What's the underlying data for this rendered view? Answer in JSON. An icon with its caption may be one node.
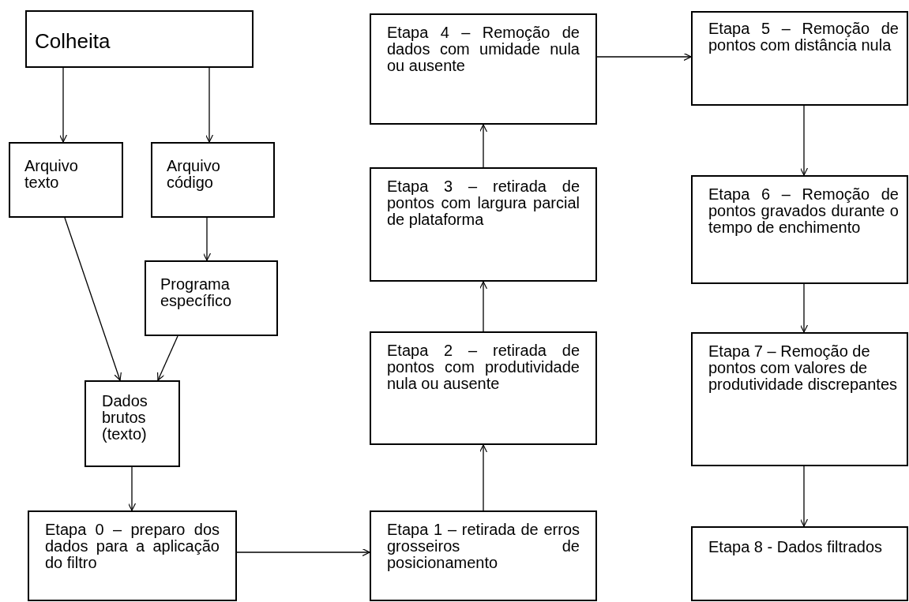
{
  "diagram": {
    "nodes": [
      {
        "text": [
          "Colheita"
        ]
      },
      {
        "text": [
          "Arquivo texto"
        ]
      },
      {
        "text": [
          "Arquivo código"
        ]
      },
      {
        "text": [
          "Programa específico"
        ]
      },
      {
        "text": [
          "Dados brutos (texto)"
        ]
      },
      {
        "text": [
          "Etapa 0 – preparo dos dados para a aplicação do filtro"
        ]
      },
      {
        "text": [
          "Etapa 1 – retirada de erros grosseiros de posicionamento"
        ]
      },
      {
        "text": [
          "Etapa 2 – retirada de pontos com produtividade nula ou ausente"
        ]
      },
      {
        "text": [
          "Etapa 3 – retirada de pontos com largura parcial de plataforma"
        ]
      },
      {
        "text": [
          "Etapa 4 – Remoção de dados com umidade nula ou ausente"
        ]
      },
      {
        "text": [
          "Etapa 5 – Remoção de pontos com distância nula"
        ]
      },
      {
        "text": [
          "Etapa 6 – Remoção de pontos gravados durante o tempo de enchimento"
        ]
      },
      {
        "text": [
          "Etapa 7 – Remoção de pontos com valores de produtividade discrepantes"
        ]
      },
      {
        "text": [
          "Etapa 8 - Dados filtrados"
        ]
      }
    ],
    "edges": [
      {
        "from": 0,
        "to": 1,
        "arrow": "to"
      },
      {
        "from": 0,
        "to": 2,
        "arrow": "to"
      },
      {
        "from": 2,
        "to": 3,
        "arrow": "to"
      },
      {
        "from": 1,
        "to": 4,
        "arrow": "to"
      },
      {
        "from": 3,
        "to": 4,
        "arrow": "to"
      },
      {
        "from": 4,
        "to": 5,
        "arrow": "to"
      },
      {
        "from": 5,
        "to": 6,
        "arrow": "to"
      },
      {
        "from": 6,
        "to": 7,
        "arrow": "to"
      },
      {
        "from": 7,
        "to": 8,
        "arrow": "to"
      },
      {
        "from": 8,
        "to": 9,
        "arrow": "to"
      },
      {
        "from": 9,
        "to": 10,
        "arrow": "to"
      },
      {
        "from": 10,
        "to": 11,
        "arrow": "to"
      },
      {
        "from": 11,
        "to": 12,
        "arrow": "to"
      },
      {
        "from": 12,
        "to": 13,
        "arrow": "to"
      }
    ]
  }
}
